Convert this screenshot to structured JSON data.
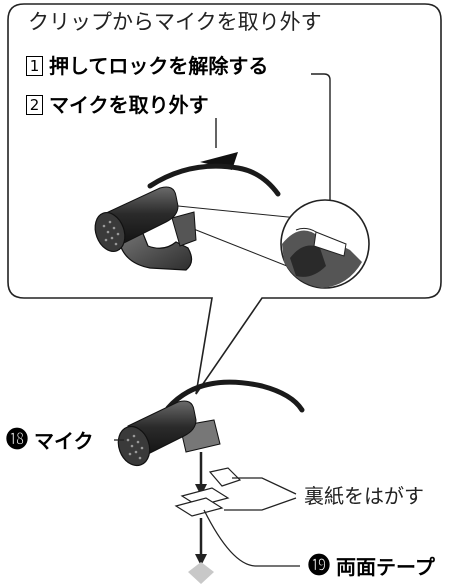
{
  "callout": {
    "title": "クリップからマイクを取り外す",
    "steps": [
      {
        "num": "1",
        "text": "押してロックを解除する"
      },
      {
        "num": "2",
        "text": "マイクを取り外す"
      }
    ]
  },
  "labels": {
    "mic_num": "⓲",
    "mic": "マイク",
    "peel": "裏紙をはがす",
    "tape_num": "⓳",
    "tape": "両面テープ"
  }
}
